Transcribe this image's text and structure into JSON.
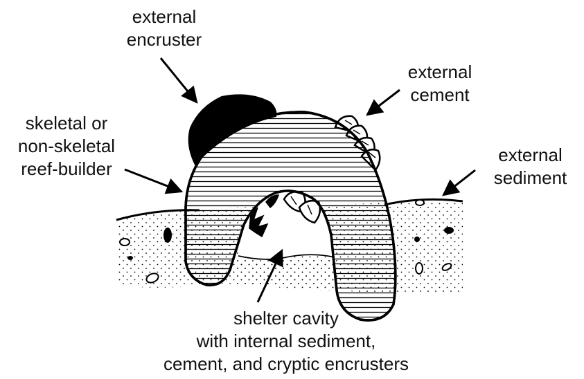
{
  "labels": {
    "external_encruster": [
      "external",
      "encruster"
    ],
    "external_cement": [
      "external",
      "cement"
    ],
    "reef_builder": [
      "skeletal or",
      "non-skeletal",
      "reef-builder"
    ],
    "external_sediment": [
      "external",
      "sediment"
    ],
    "shelter_cavity": [
      "shelter cavity",
      "with internal sediment,",
      "cement, and cryptic encrusters"
    ]
  },
  "colors": {
    "ink": "#000000",
    "paper": "#ffffff"
  }
}
